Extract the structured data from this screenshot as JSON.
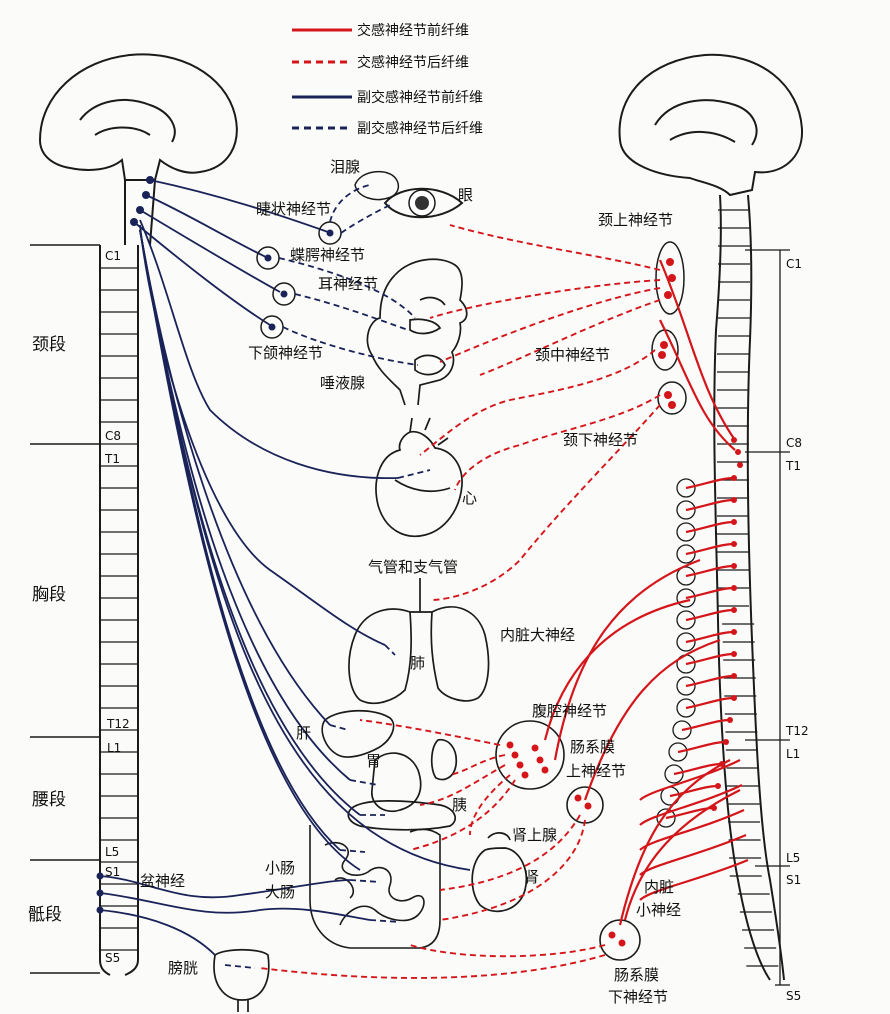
{
  "legend": {
    "symp_pre": "交感神经节前纤维",
    "symp_post": "交感神经节后纤维",
    "para_pre": "副交感神经节前纤维",
    "para_post": "副交感神经节后纤维"
  },
  "segments": {
    "cervical": "颈段",
    "thoracic": "胸段",
    "lumbar": "腰段",
    "sacral": "骶段"
  },
  "vertebra_labels": {
    "C1": "C1",
    "C8": "C8",
    "T1": "T1",
    "T12": "T12",
    "L1": "L1",
    "L5": "L5",
    "S1": "S1",
    "S5": "S5"
  },
  "ganglia": {
    "ciliary": "睫状神经节",
    "pterygopalatine": "蝶腭神经节",
    "otic": "耳神经节",
    "submandibular": "下颌神经节",
    "superior_cervical": "颈上神经节",
    "middle_cervical": "颈中神经节",
    "inferior_cervical": "颈下神经节",
    "celiac": "腹腔神经节",
    "sup_mesenteric_1": "肠系膜",
    "sup_mesenteric_2": "上神经节",
    "inf_mesenteric_1": "肠系膜",
    "inf_mesenteric_2": "下神经节"
  },
  "nerves": {
    "greater_splanchnic": "内脏大神经",
    "lesser_splanchnic_1": "内脏",
    "lesser_splanchnic_2": "小神经",
    "pelvic": "盆神经"
  },
  "organs": {
    "lacrimal": "泪腺",
    "eye": "眼",
    "salivary": "唾液腺",
    "heart": "心",
    "trachea": "气管和支气管",
    "lung": "肺",
    "liver": "肝",
    "stomach": "胃",
    "pancreas": "胰",
    "adrenal": "肾上腺",
    "kidney": "肾",
    "small_intestine": "小肠",
    "large_intestine": "大肠",
    "bladder": "膀胱"
  },
  "colors": {
    "sympathetic": "#d4161b",
    "parasympathetic": "#1a2358",
    "outline": "#1b1b1b"
  }
}
